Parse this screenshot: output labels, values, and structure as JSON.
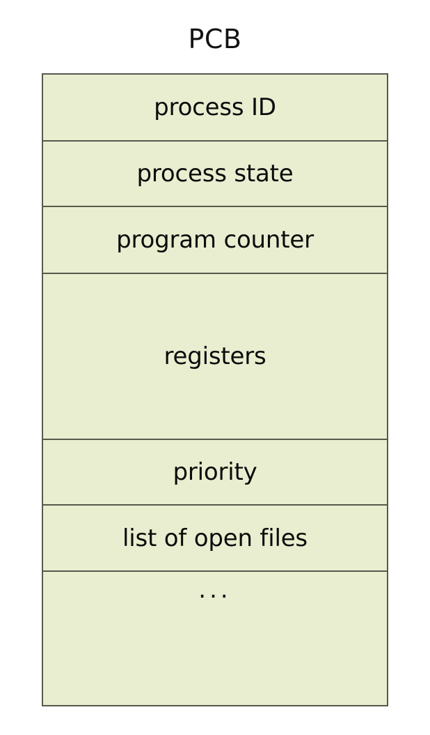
{
  "diagram": {
    "title": "PCB",
    "colors": {
      "cell_fill": "#e9eed0",
      "border": "#58584c",
      "text": "#0c0c0c",
      "background": "#ffffff"
    },
    "rows": [
      {
        "label": "process ID"
      },
      {
        "label": "process state"
      },
      {
        "label": "program counter"
      },
      {
        "label": "registers"
      },
      {
        "label": "priority"
      },
      {
        "label": "list of open files"
      },
      {
        "label": "..."
      }
    ]
  }
}
